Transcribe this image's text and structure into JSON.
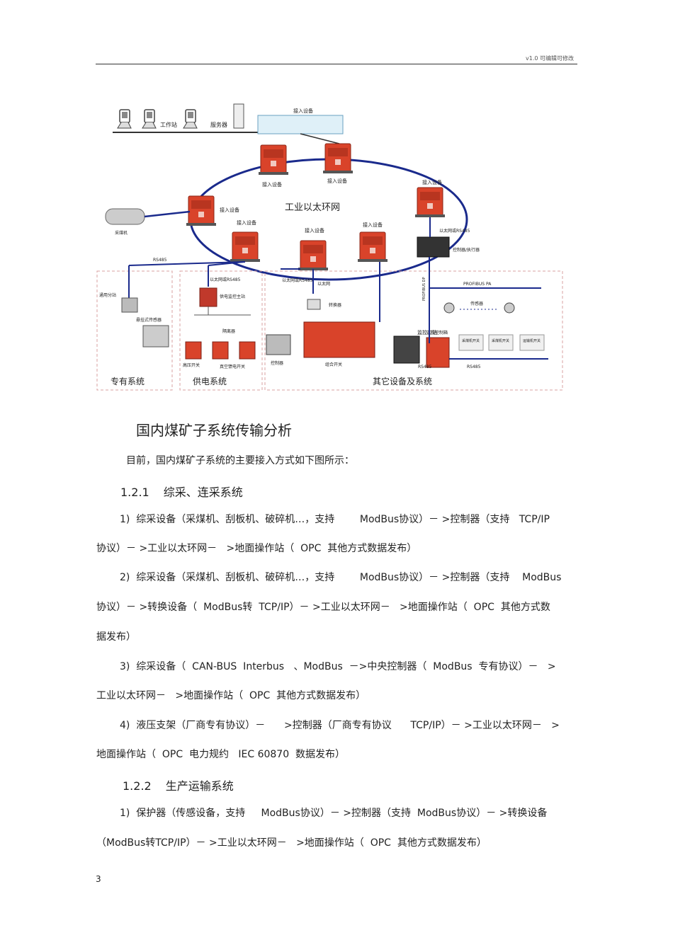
{
  "header": {
    "text": "v1.0  可编辑可修改"
  },
  "figure": {
    "top_labels": {
      "workstation": "工作站",
      "server": "服务器",
      "access_top": "接入设备"
    },
    "ring_label": "工业以太环网",
    "access_device": "接入设备",
    "shearer": "采煤机",
    "rs485": "RS485",
    "eth_rs485": "以太网或RS485",
    "ethernet": "以太网",
    "controller_actuator": "控制器/执行器",
    "profibus_dp": "PROFIBUS DP",
    "profibus_pa": "PROFIBUS PA",
    "sensor": "传感器",
    "general_sub": "通用分站",
    "hanging_sensor": "悬挂式传感器",
    "power_main": "供电监控主站",
    "isolation": "隔离器",
    "hv_switch": "高压开关",
    "lv_switch": "真空馈电开关",
    "converter": "转换器",
    "combined_switch": "组合开关",
    "controller": "控制器",
    "monitor_station": "监控主站",
    "remote_box": "远程控制箱",
    "shearer_switch": "采煤机开关",
    "coal_switch": "采煤机开关",
    "conveyor_switch": "运输机开关",
    "section_special": "专有系统",
    "section_power": "供电系统",
    "section_other": "其它设备及系统"
  },
  "doc": {
    "title": "国内煤矿子系统传输分析",
    "intro": "目前，国内煤矿子系统的主要接入方式如下图所示：",
    "h121": {
      "num": "1.2.1",
      "text": "综采、连采系统"
    },
    "p1": {
      "l1": "1)  综采设备（采煤机、刮板机、破碎机…，支持        ModBus协议）－ >控制器（支持   TCP/IP",
      "l2": "协议）－ >工业以太环网－   >地面操作站（  OPC  其他方式数据发布）"
    },
    "p2": {
      "l1": "2)  综采设备（采煤机、刮板机、破碎机…，支持        ModBus协议）－ >控制器（支持    ModBus",
      "l2": "协议）－ >转换设备（  ModBus转  TCP/IP）－ >工业以太环网－   >地面操作站（  OPC  其他方式数",
      "l3": "据发布）"
    },
    "p3": {
      "l1": "3)  综采设备（  CAN-BUS  Interbus   、ModBus  －>中央控制器（  ModBus  专有协议）－   >",
      "l2": "工业以太环网－   >地面操作站（  OPC  其他方式数据发布）"
    },
    "p4": {
      "l1": "4)  液压支架（厂商专有协议）－      >控制器（厂商专有协议      TCP/IP）－ >工业以太环网－   >",
      "l2": "地面操作站（  OPC  电力规约   IEC 60870  数据发布）"
    },
    "h122": {
      "num": "1.2.2",
      "text": "生产运输系统"
    },
    "p5": {
      "l1": "1)  保护器（传感设备，支持     ModBus协议）－ >控制器（支持  ModBus协议）－ >转换设备",
      "l2": "（ModBus转TCP/IP）－ >工业以太环网－   >地面操作站（  OPC  其他方式数据发布）"
    }
  },
  "page_number": "3",
  "colors": {
    "device": "#d9432a",
    "ring": "#1a2a8c",
    "rule": "#333333"
  }
}
